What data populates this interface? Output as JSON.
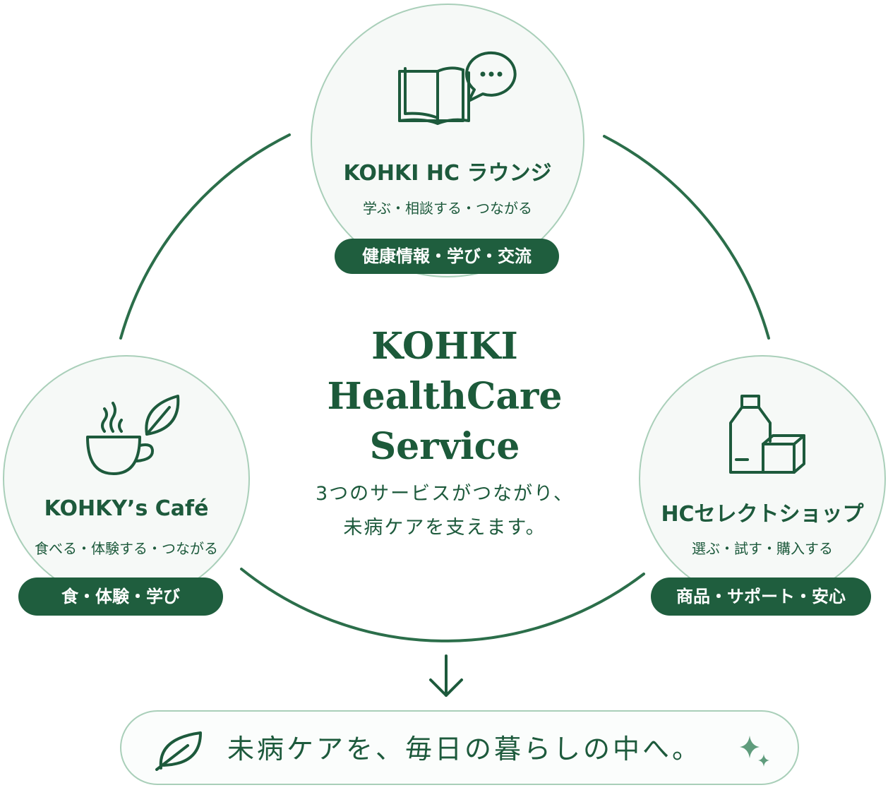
{
  "center": {
    "title_lines": [
      "KOHKI",
      "HealthCare",
      "Service"
    ],
    "subtitle_lines": [
      "3つのサービスがつながり、",
      "未病ケアを支えます。"
    ]
  },
  "nodes": {
    "lounge": {
      "icon": "book-with-speech-bubble-icon",
      "title": "KOHKI HC ラウンジ",
      "subtitle": "学ぶ・相談する・つながる",
      "badge": "健康情報・学び・交流"
    },
    "cafe": {
      "icon": "coffee-cup-with-leaf-icon",
      "title": "KOHKY’s Café",
      "subtitle": "食べる・体験する・つながる",
      "badge": "食・体験・学び"
    },
    "shop": {
      "icon": "bottle-and-box-icon",
      "title": "HCセレクトショップ",
      "subtitle": "選ぶ・試す・購入する",
      "badge": "商品・サポート・安心"
    }
  },
  "banner": {
    "leaf_icon": "leaf-icon",
    "text": "未病ケアを、毎日の暮らしの中へ。",
    "sparkle_icon": "sparkle-icon"
  },
  "colors": {
    "primary": "#1f5e3e",
    "ring": "#2b6e4a",
    "circle_border": "#a9cfb9",
    "circle_fill": "#f6f9f7"
  }
}
